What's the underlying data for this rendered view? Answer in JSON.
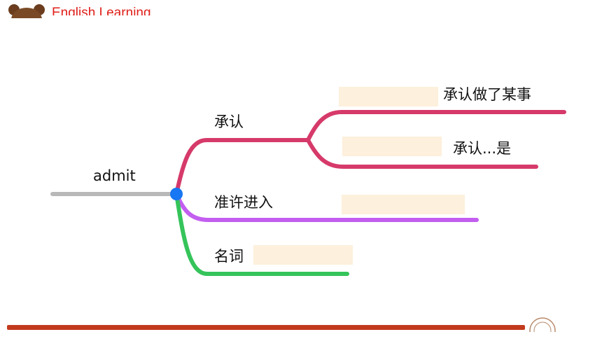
{
  "header": {
    "brand": "English Learning",
    "logo_icon": "bear-head-icon",
    "brand_color": "#e0201a"
  },
  "mindmap": {
    "root": "admit",
    "branch1": {
      "label": "承认",
      "color": "#d63a6a",
      "children": [
        {
          "suffix": "承认做了某事"
        },
        {
          "suffix": "承认...是"
        }
      ]
    },
    "branch2": {
      "label": "准许进入",
      "color": "#c35ef0"
    },
    "branch3": {
      "label": "名词",
      "color": "#35c45a"
    },
    "root_color": "#b8b8b8",
    "center_dot_color": "#1877f2"
  },
  "footer": {
    "bar_color": "#c23a1c",
    "seal_icon": "seal-icon"
  }
}
